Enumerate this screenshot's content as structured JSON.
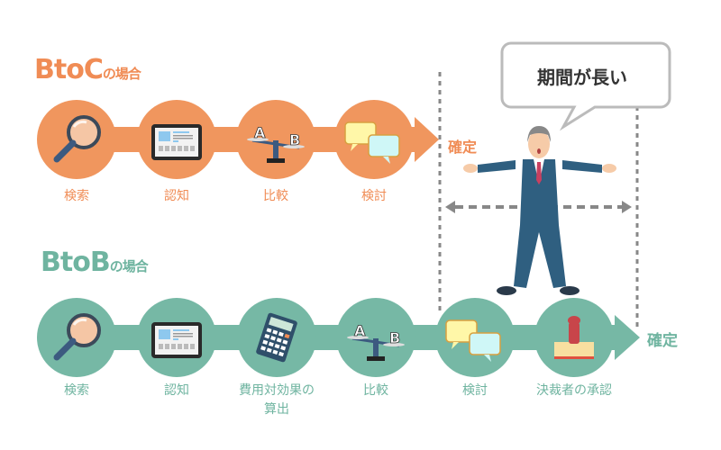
{
  "btoc": {
    "title_main": "BtoC",
    "title_suffix": "の場合",
    "steps": [
      {
        "label": "検索",
        "icon": "magnifier-icon"
      },
      {
        "label": "認知",
        "icon": "tablet-icon"
      },
      {
        "label": "比較",
        "icon": "balance-scale-icon"
      },
      {
        "label": "検討",
        "icon": "speech-bubbles-icon"
      }
    ],
    "end_label": "確定"
  },
  "btob": {
    "title_main": "BtoB",
    "title_suffix": "の場合",
    "steps": [
      {
        "label": "検索",
        "icon": "magnifier-icon"
      },
      {
        "label": "認知",
        "icon": "tablet-icon"
      },
      {
        "label_line1": "費用対効果の",
        "label_line2": "算出",
        "icon": "calculator-icon"
      },
      {
        "label": "比較",
        "icon": "balance-scale-icon"
      },
      {
        "label": "検討",
        "icon": "speech-bubbles-icon"
      },
      {
        "label": "決裁者の承認",
        "icon": "stamp-icon"
      }
    ],
    "end_label": "確定"
  },
  "speech_bubble": "期間が長い",
  "colors": {
    "orange": "#F0965E",
    "teal": "#76B8A5",
    "dash": "#888888",
    "suit": "#2F5F80"
  }
}
